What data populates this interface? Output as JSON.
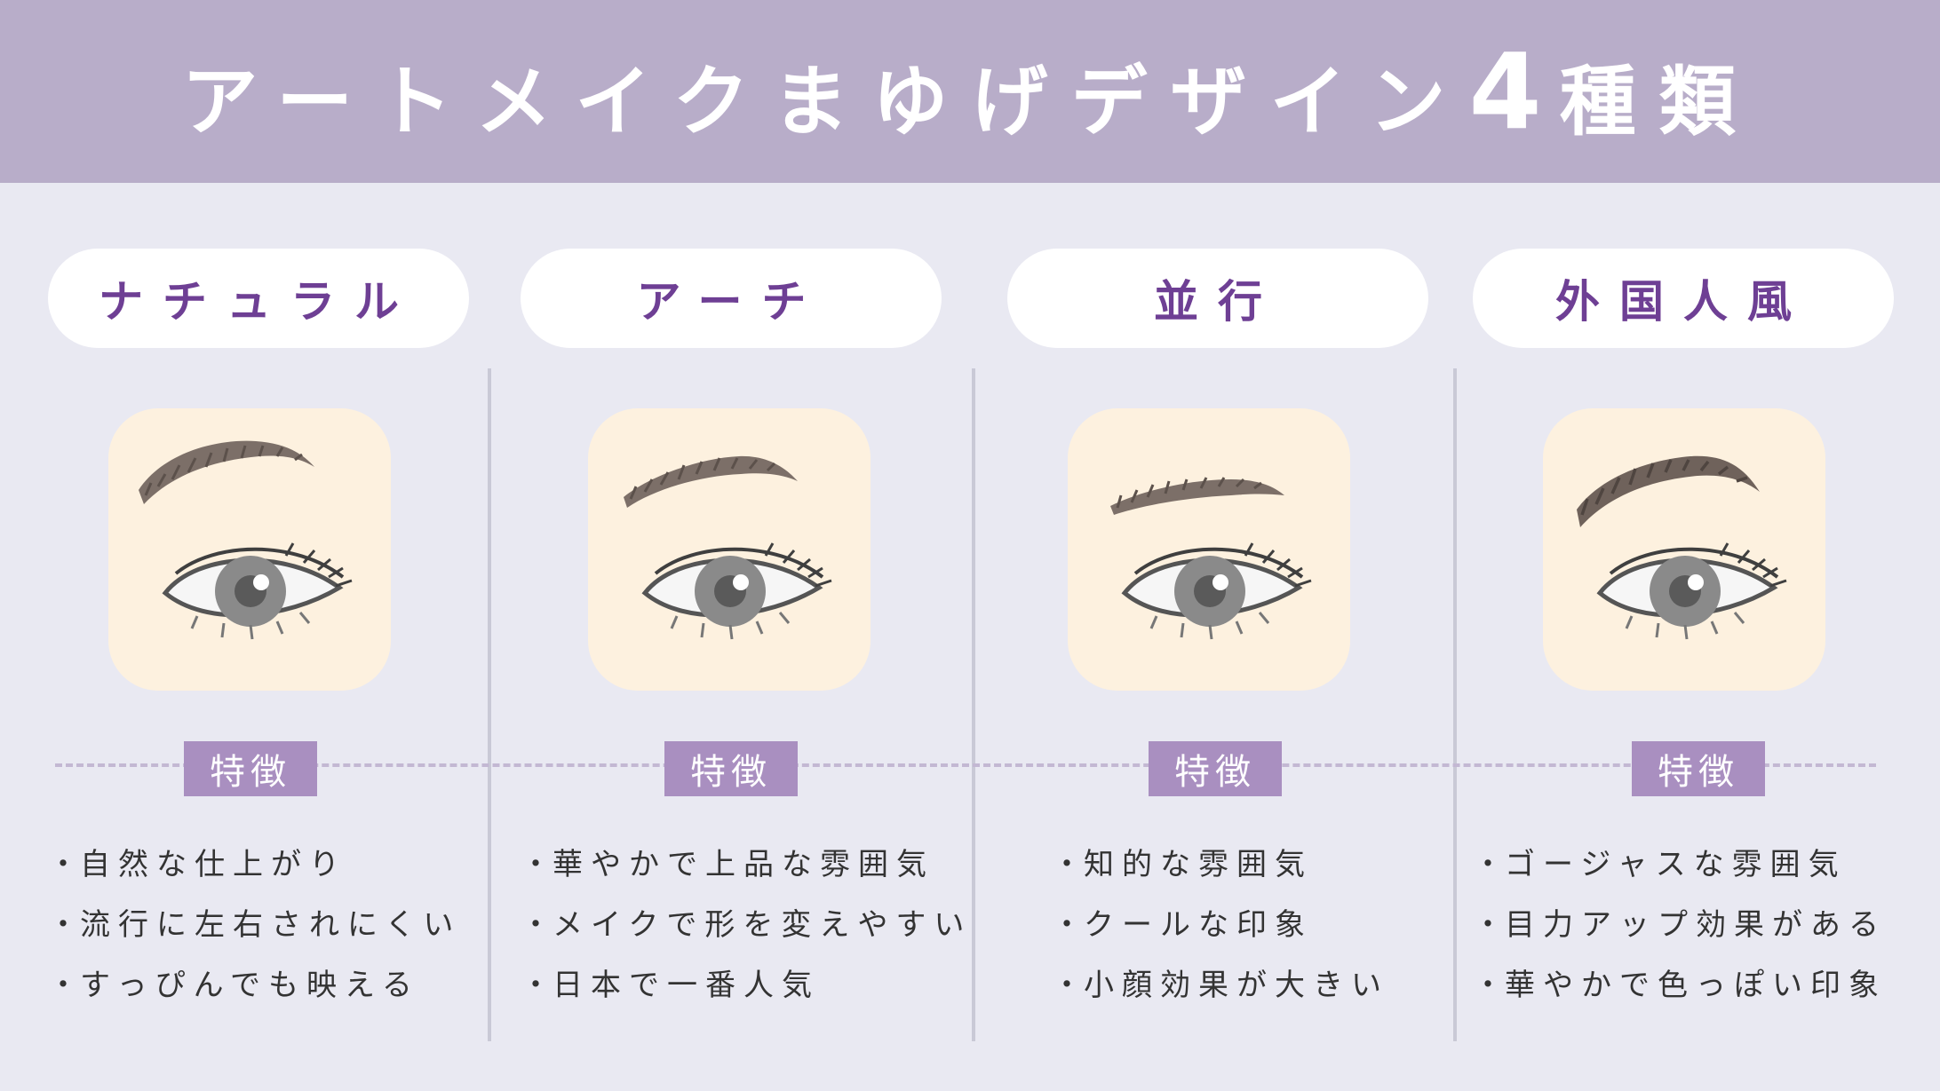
{
  "header": {
    "title_text": "アートメイクまゆげデザイン",
    "title_number": "4",
    "title_suffix": "種類"
  },
  "columns": [
    {
      "name": "ナチュラル",
      "tag": "特徴",
      "bullet": "・",
      "features": [
        "自然な仕上がり",
        "流行に左右されにくい",
        "すっぴんでも映える"
      ]
    },
    {
      "name": "アーチ",
      "tag": "特徴",
      "bullet": "・",
      "features": [
        "華やかで上品な雰囲気",
        "メイクで形を変えやすい",
        "日本で一番人気"
      ]
    },
    {
      "name": "並行",
      "tag": "特徴",
      "bullet": "・",
      "features": [
        "知的な雰囲気",
        "クールな印象",
        "小顔効果が大きい"
      ]
    },
    {
      "name": "外国人風",
      "tag": "特徴",
      "bullet": "・",
      "features": [
        "ゴージャスな雰囲気",
        "目力アップ効果がある",
        "華やかで色っぽい印象"
      ]
    }
  ],
  "colors": {
    "banner": "#b8adc9",
    "background": "#e9e9f2",
    "accent_purple": "#6e3f94",
    "tag": "#a98fc0",
    "tile": "#fdf1df"
  },
  "icons": [
    "natural-eyebrow-eye-icon",
    "arch-eyebrow-eye-icon",
    "straight-eyebrow-eye-icon",
    "foreign-eyebrow-eye-icon"
  ]
}
